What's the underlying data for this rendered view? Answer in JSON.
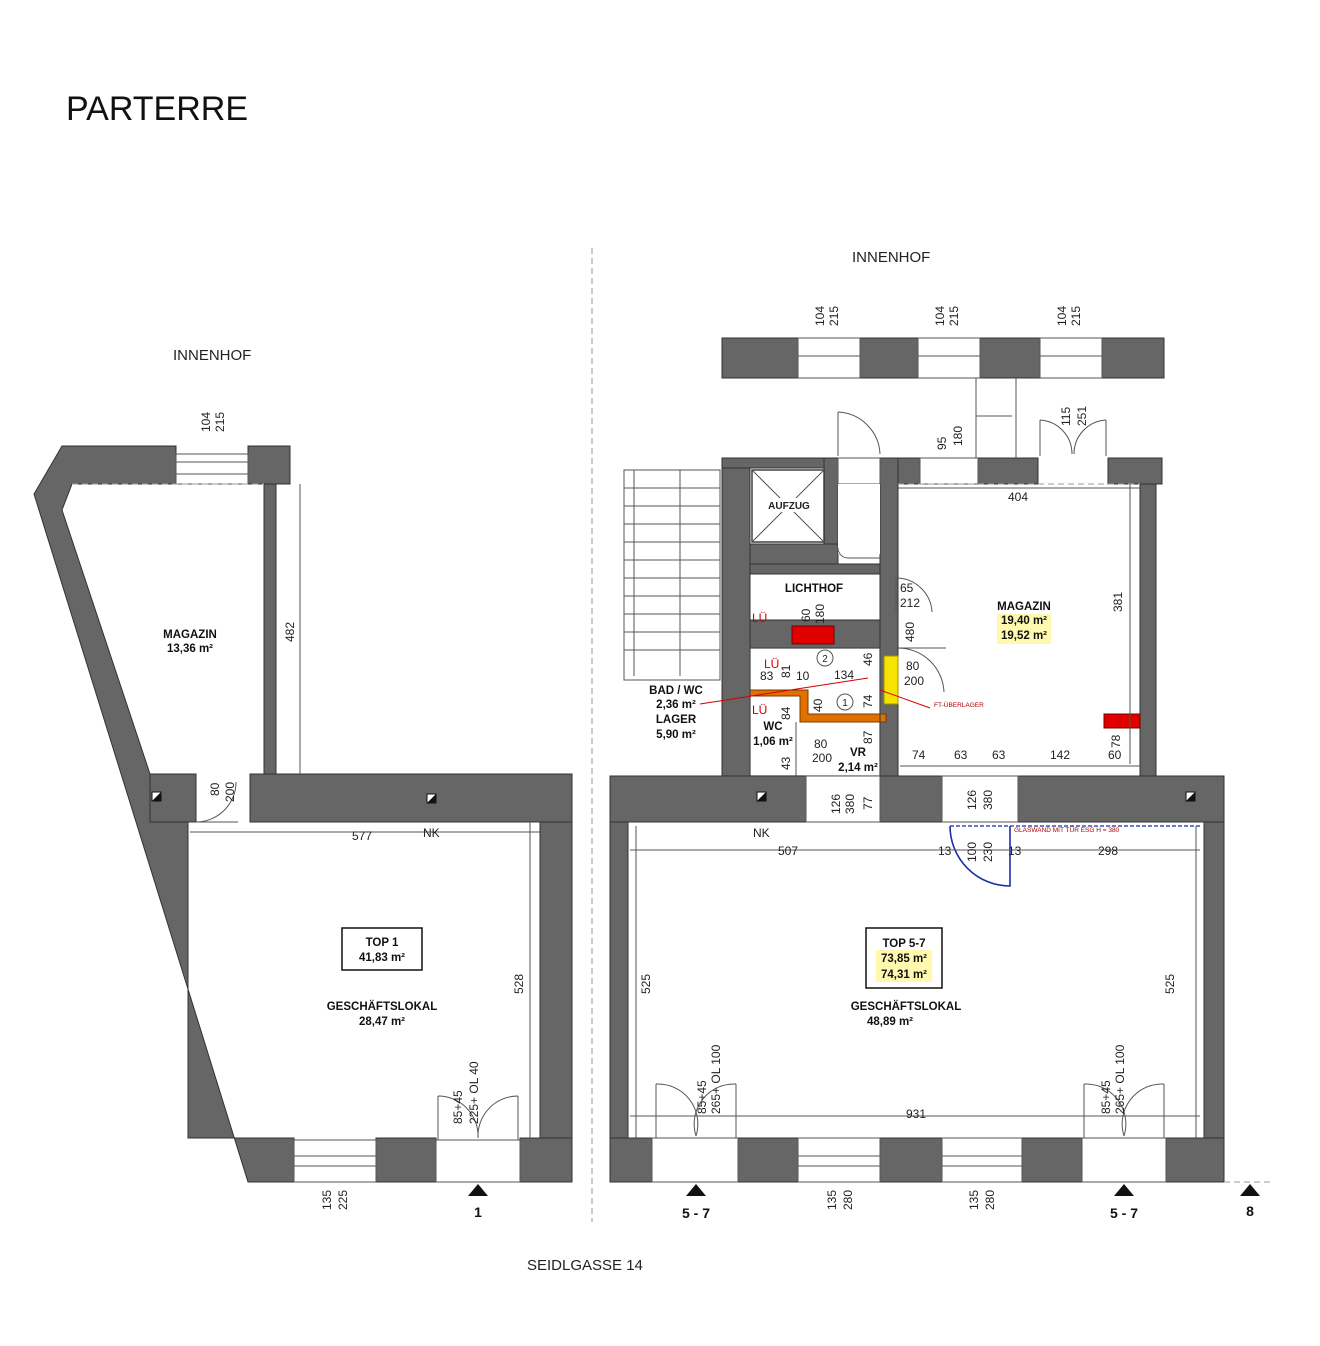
{
  "title": "PARTERRE",
  "street": "SEIDLGASSE 14",
  "courtyard_left": "INNENHOF",
  "courtyard_right": "INNENHOF",
  "left_unit": {
    "magazin_name": "MAGAZIN",
    "magazin_area": "13,36 m²",
    "top_label": "TOP 1",
    "top_area": "41,83 m²",
    "shop_name": "GESCHÄFTSLOKAL",
    "shop_area": "28,47 m²",
    "nk": "NK",
    "entrance": "1"
  },
  "right_unit": {
    "aufzug": "AUFZUG",
    "lichthof": "LICHTHOF",
    "magazin_name": "MAGAZIN",
    "magazin_area1": "19,40 m²",
    "magazin_area2": "19,52 m²",
    "bad_name": "BAD / WC",
    "bad_area": "2,36 m²",
    "lager_name": "LAGER",
    "lager_area": "5,90 m²",
    "wc_name": "WC",
    "wc_area": "1,06 m²",
    "vr_name": "VR",
    "vr_area": "2,14 m²",
    "top_label": "TOP 5-7",
    "top_area1": "73,85 m²",
    "top_area2": "74,31 m²",
    "shop_name": "GESCHÄFTSLOKAL",
    "shop_area": "48,89 m²",
    "nk": "NK",
    "lue": "LÜ",
    "ft_note": "FT-ÜBERLAGER",
    "glass_note": "GLASWAND MIT TÜR ESG  H = 380",
    "marker1": "1",
    "marker2": "2",
    "entrance_a": "5 - 7",
    "entrance_b": "5 - 7",
    "entrance_c": "8"
  },
  "dims": {
    "l_win_top_w": "104",
    "l_win_top_h": "215",
    "l_482": "482",
    "l_door_w": "80",
    "l_door_h": "200",
    "l_577": "577",
    "l_528": "528",
    "l_door2_a": "85+45",
    "l_door2_b": "225+ OL 40",
    "l_win_bot_w": "135",
    "l_win_bot_h": "225",
    "r_w1_w": "104",
    "r_w1_h": "215",
    "r_w2_w": "104",
    "r_w2_h": "215",
    "r_w3_w": "104",
    "r_w3_h": "215",
    "r_95": "95",
    "r_180a": "180",
    "r_115": "115",
    "r_251": "251",
    "r_404": "404",
    "r_381": "381",
    "r_65": "65",
    "r_212": "212",
    "r_60": "60",
    "r_180b": "180",
    "r_480": "480",
    "r_46": "46",
    "r_80a": "80",
    "r_200a": "200",
    "r_83": "83",
    "r_81": "81",
    "r_10": "10",
    "r_134": "134",
    "r_84": "84",
    "r_40": "40",
    "r_74a": "74",
    "r_80b": "80",
    "r_200b": "200",
    "r_87": "87",
    "r_43": "43",
    "r_74b": "74",
    "r_63a": "63",
    "r_63b": "63",
    "r_142": "142",
    "r_78": "78",
    "r_60b": "60",
    "r_126a": "126",
    "r_380a": "380",
    "r_77": "77",
    "r_126b": "126",
    "r_380b": "380",
    "r_507": "507",
    "r_13a": "13",
    "r_100": "100",
    "r_230": "230",
    "r_13b": "13",
    "r_298": "298",
    "r_525a": "525",
    "r_525b": "525",
    "r_d1a": "85+45",
    "r_d1b": "265+ OL 100",
    "r_d2a": "85+45",
    "r_d2b": "265+ OL 100",
    "r_931": "931",
    "r_wb1_w": "135",
    "r_wb1_h": "280",
    "r_wb2_w": "135",
    "r_wb2_h": "280"
  }
}
